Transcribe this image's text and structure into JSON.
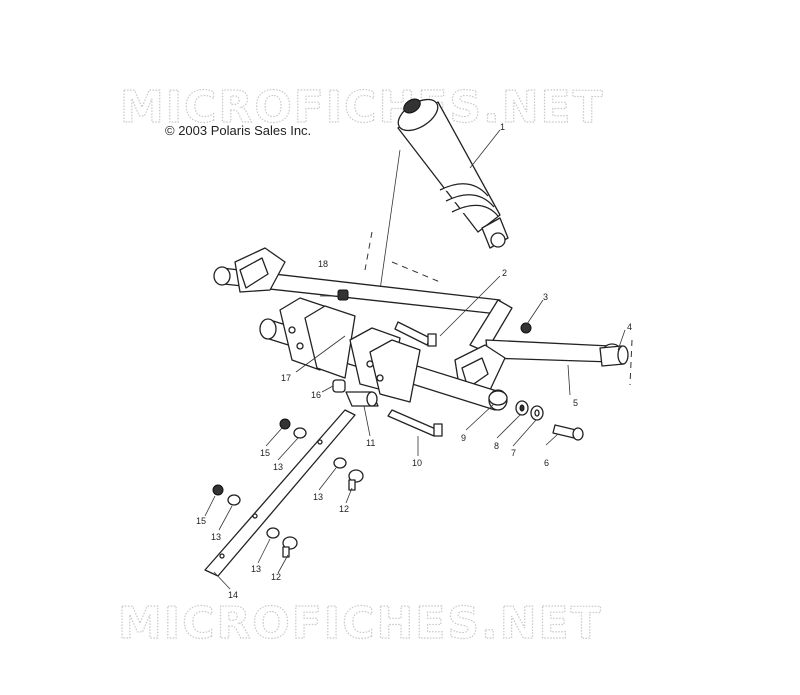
{
  "watermark": "MICROFICHES.NET",
  "copyright": "© 2003 Polaris Sales Inc.",
  "callouts": {
    "c1": "1",
    "c2": "2",
    "c3": "3",
    "c4": "4",
    "c5": "5",
    "c6": "6",
    "c7": "7",
    "c8": "8",
    "c9": "9",
    "c10": "10",
    "c11": "11",
    "c12a": "12",
    "c12b": "12",
    "c13a": "13",
    "c13b": "13",
    "c13c": "13",
    "c13d": "13",
    "c14": "14",
    "c15a": "15",
    "c15b": "15",
    "c16": "16",
    "c17": "17",
    "c18": "18"
  }
}
